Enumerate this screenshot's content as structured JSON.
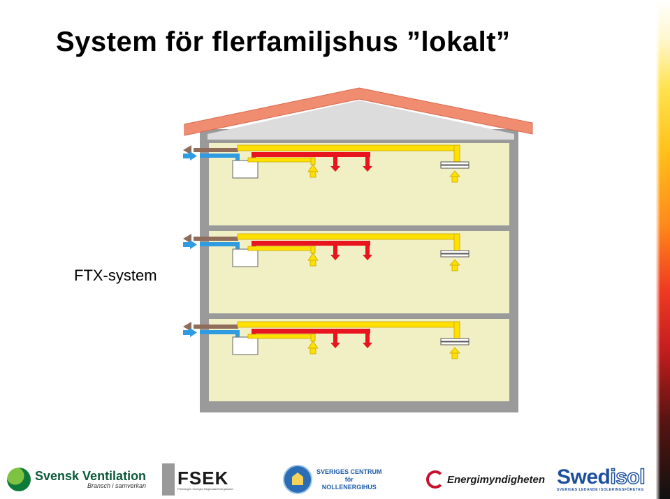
{
  "slide": {
    "title": "System för flerfamiljshus ”lokalt”",
    "diagram_label": "FTX-system"
  },
  "diagram": {
    "floors": 3,
    "colors": {
      "roof": "#f08c70",
      "attic": "#dcdcdc",
      "wall": "#9a9a9a",
      "room": "#f0f0c4",
      "supply_air": "#e8141e",
      "extract_air": "#ffe000",
      "outdoor_air": "#2f9be0",
      "exhaust_air": "#8f6d5a"
    }
  },
  "footer": {
    "logos": [
      {
        "name": "svensk-ventilation",
        "text": "Svensk Ventilation",
        "subtext": "Bransch i samverkan"
      },
      {
        "name": "fsek",
        "text": "FSEK",
        "subtext": "Föreningen Sveriges Regionala Energikontor"
      },
      {
        "name": "sveriges-centrum",
        "text": "SVERIGES CENTRUM",
        "text2": "för",
        "text3": "NOLLENERGIHUS"
      },
      {
        "name": "energimyndigheten",
        "text": "Energimyndigheten"
      },
      {
        "name": "swedisol",
        "text": "Swed",
        "text2": "isol",
        "subtext": "SVERIGES LEDANDE ISOLERINGSFÖRETAG"
      }
    ]
  }
}
